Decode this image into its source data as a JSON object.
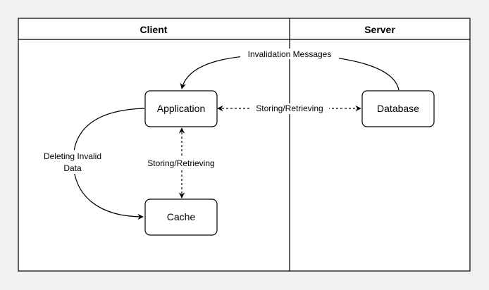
{
  "diagram": {
    "lanes": {
      "client": {
        "title": "Client"
      },
      "server": {
        "title": "Server"
      }
    },
    "nodes": {
      "application": {
        "label": "Application"
      },
      "database": {
        "label": "Database"
      },
      "cache": {
        "label": "Cache"
      }
    },
    "edges": {
      "invalidation": {
        "label": "Invalidation  Messages"
      },
      "app_db": {
        "label": "Storing/Retrieving"
      },
      "app_cache": {
        "label": "Storing/Retrieving"
      },
      "delete_invalid": {
        "label_line1": "Deleting Invalid",
        "label_line2": "Data"
      }
    },
    "colors": {
      "stroke": "#000000",
      "canvas": "#ffffff",
      "background": "#f1f1f1"
    }
  }
}
